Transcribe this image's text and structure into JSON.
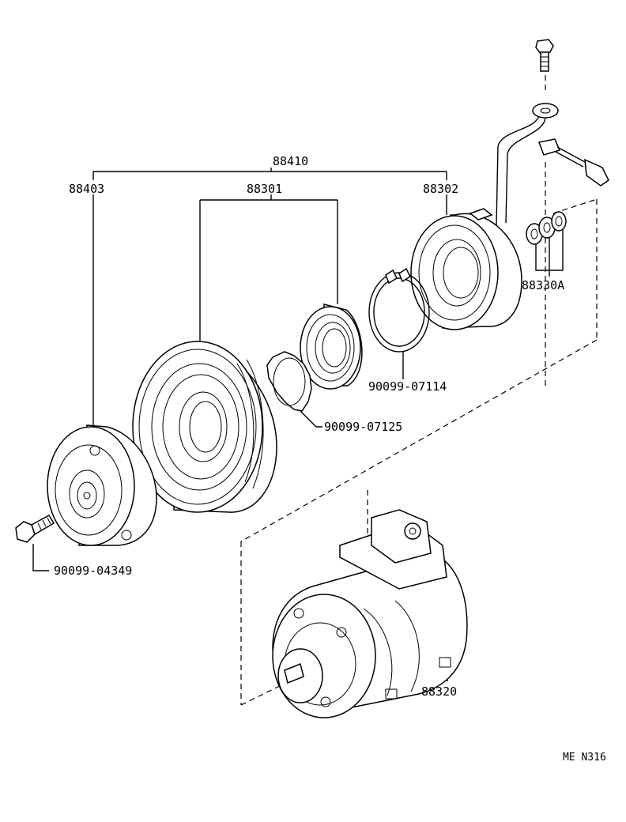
{
  "part_labels": {
    "assembly": "88410",
    "pressure_plate": "88403",
    "pulley": "88301",
    "stator_coil": "88302",
    "shim_set": "88330A",
    "snap_ring_large": "90099-07114",
    "snap_ring_small": "90099-07125",
    "bolt": "90099-04349",
    "compressor": "88320"
  },
  "diagram_code": "ME N316"
}
